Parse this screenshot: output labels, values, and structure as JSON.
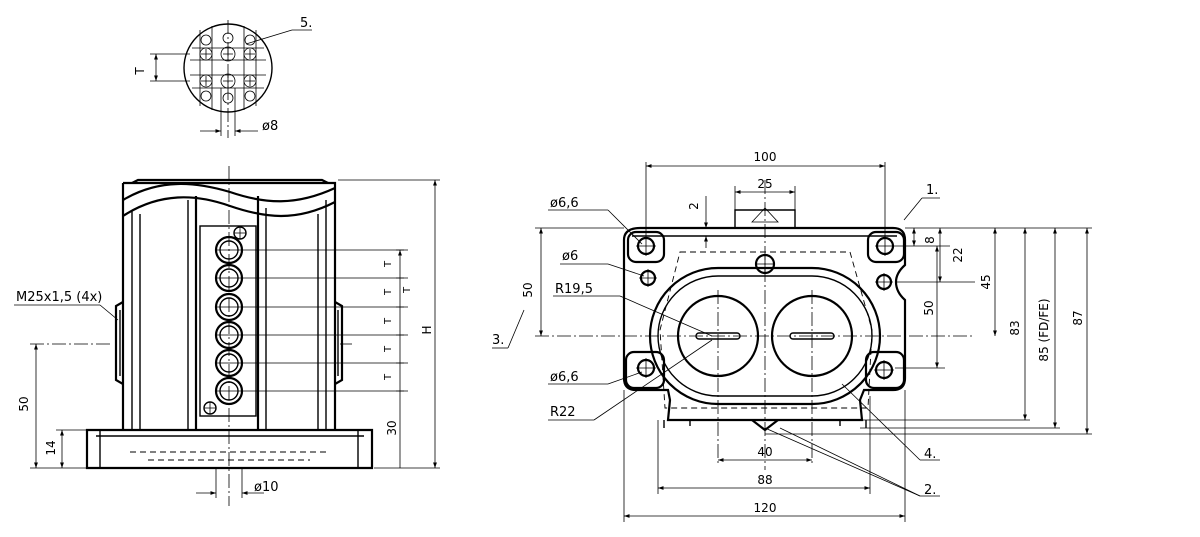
{
  "detail": {
    "callout": "5.",
    "dim_t": "T",
    "dim_pin": "8"
  },
  "side_view": {
    "thread": "M25x1,5 (4x)",
    "height": "H",
    "dim_50": "50",
    "dim_14": "14",
    "dim_30": "30",
    "dim_pin": "10",
    "pitch_labels": [
      "T",
      "T",
      "T",
      "T",
      "T",
      "T"
    ]
  },
  "front_view": {
    "dim_100": "100",
    "dim_25": "25",
    "dim_2": "2",
    "dim_hole_a": "6,6",
    "dim_hole_b": "6",
    "dim_r19": "R19,5",
    "dim_hole_c": "6,6",
    "dim_r22": "R22",
    "dim_50_left": "50",
    "dim_8": "8",
    "dim_22": "22",
    "dim_45": "45",
    "dim_50_right": "50",
    "dim_83": "83",
    "dim_85": "85 (FD/FE)",
    "dim_87": "87",
    "dim_40": "40",
    "dim_88": "88",
    "dim_120": "120",
    "callouts": [
      "1.",
      "2.",
      "3.",
      "4."
    ]
  }
}
